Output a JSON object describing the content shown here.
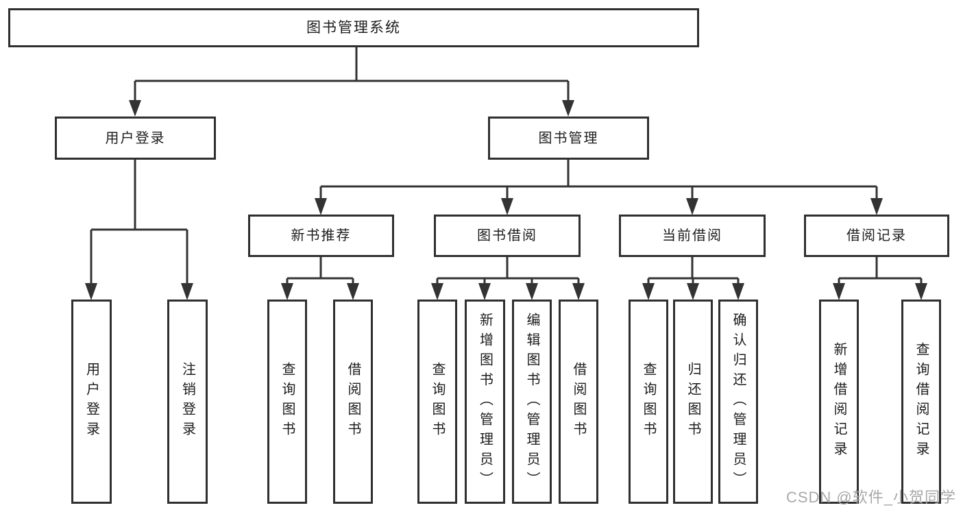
{
  "page": {
    "watermark": "CSDN @软件_小贺同学"
  },
  "colors": {
    "background": "#ffffff",
    "line": "#333333",
    "box_border": "#2f2f2f",
    "text": "#1c1c1c",
    "watermark": "#a8a8a8"
  },
  "nodes": {
    "root": {
      "label": "图书管理系统"
    },
    "user_login": {
      "label": "用户登录"
    },
    "book_mgmt": {
      "label": "图书管理"
    },
    "new_books": {
      "label": "新书推荐"
    },
    "borrowing": {
      "label": "图书借阅"
    },
    "current": {
      "label": "当前借阅"
    },
    "records": {
      "label": "借阅记录"
    },
    "leaf_login": {
      "label": "用户登录"
    },
    "leaf_logout": {
      "label": "注销登录"
    },
    "leaf_nb_query": {
      "label": "查询图书"
    },
    "leaf_nb_borrow": {
      "label": "借阅图书"
    },
    "leaf_bb_query": {
      "label": "查询图书"
    },
    "leaf_bb_add": {
      "label": "新增图书（管理员）"
    },
    "leaf_bb_edit": {
      "label": "编辑图书（管理员）"
    },
    "leaf_bb_borrow": {
      "label": "借阅图书"
    },
    "leaf_cb_query": {
      "label": "查询图书"
    },
    "leaf_cb_return": {
      "label": "归还图书"
    },
    "leaf_cb_confirm": {
      "label": "确认归还（管理员）"
    },
    "leaf_br_add": {
      "label": "新增借阅记录"
    },
    "leaf_br_query": {
      "label": "查询借阅记录"
    }
  },
  "tree": {
    "root": "图书管理系统",
    "children": [
      {
        "label": "用户登录",
        "children": [
          {
            "label": "用户登录"
          },
          {
            "label": "注销登录"
          }
        ]
      },
      {
        "label": "图书管理",
        "children": [
          {
            "label": "新书推荐",
            "children": [
              {
                "label": "查询图书"
              },
              {
                "label": "借阅图书"
              }
            ]
          },
          {
            "label": "图书借阅",
            "children": [
              {
                "label": "查询图书"
              },
              {
                "label": "新增图书（管理员）"
              },
              {
                "label": "编辑图书（管理员）"
              },
              {
                "label": "借阅图书"
              }
            ]
          },
          {
            "label": "当前借阅",
            "children": [
              {
                "label": "查询图书"
              },
              {
                "label": "归还图书"
              },
              {
                "label": "确认归还（管理员）"
              }
            ]
          },
          {
            "label": "借阅记录",
            "children": [
              {
                "label": "新增借阅记录"
              },
              {
                "label": "查询借阅记录"
              }
            ]
          }
        ]
      }
    ]
  }
}
